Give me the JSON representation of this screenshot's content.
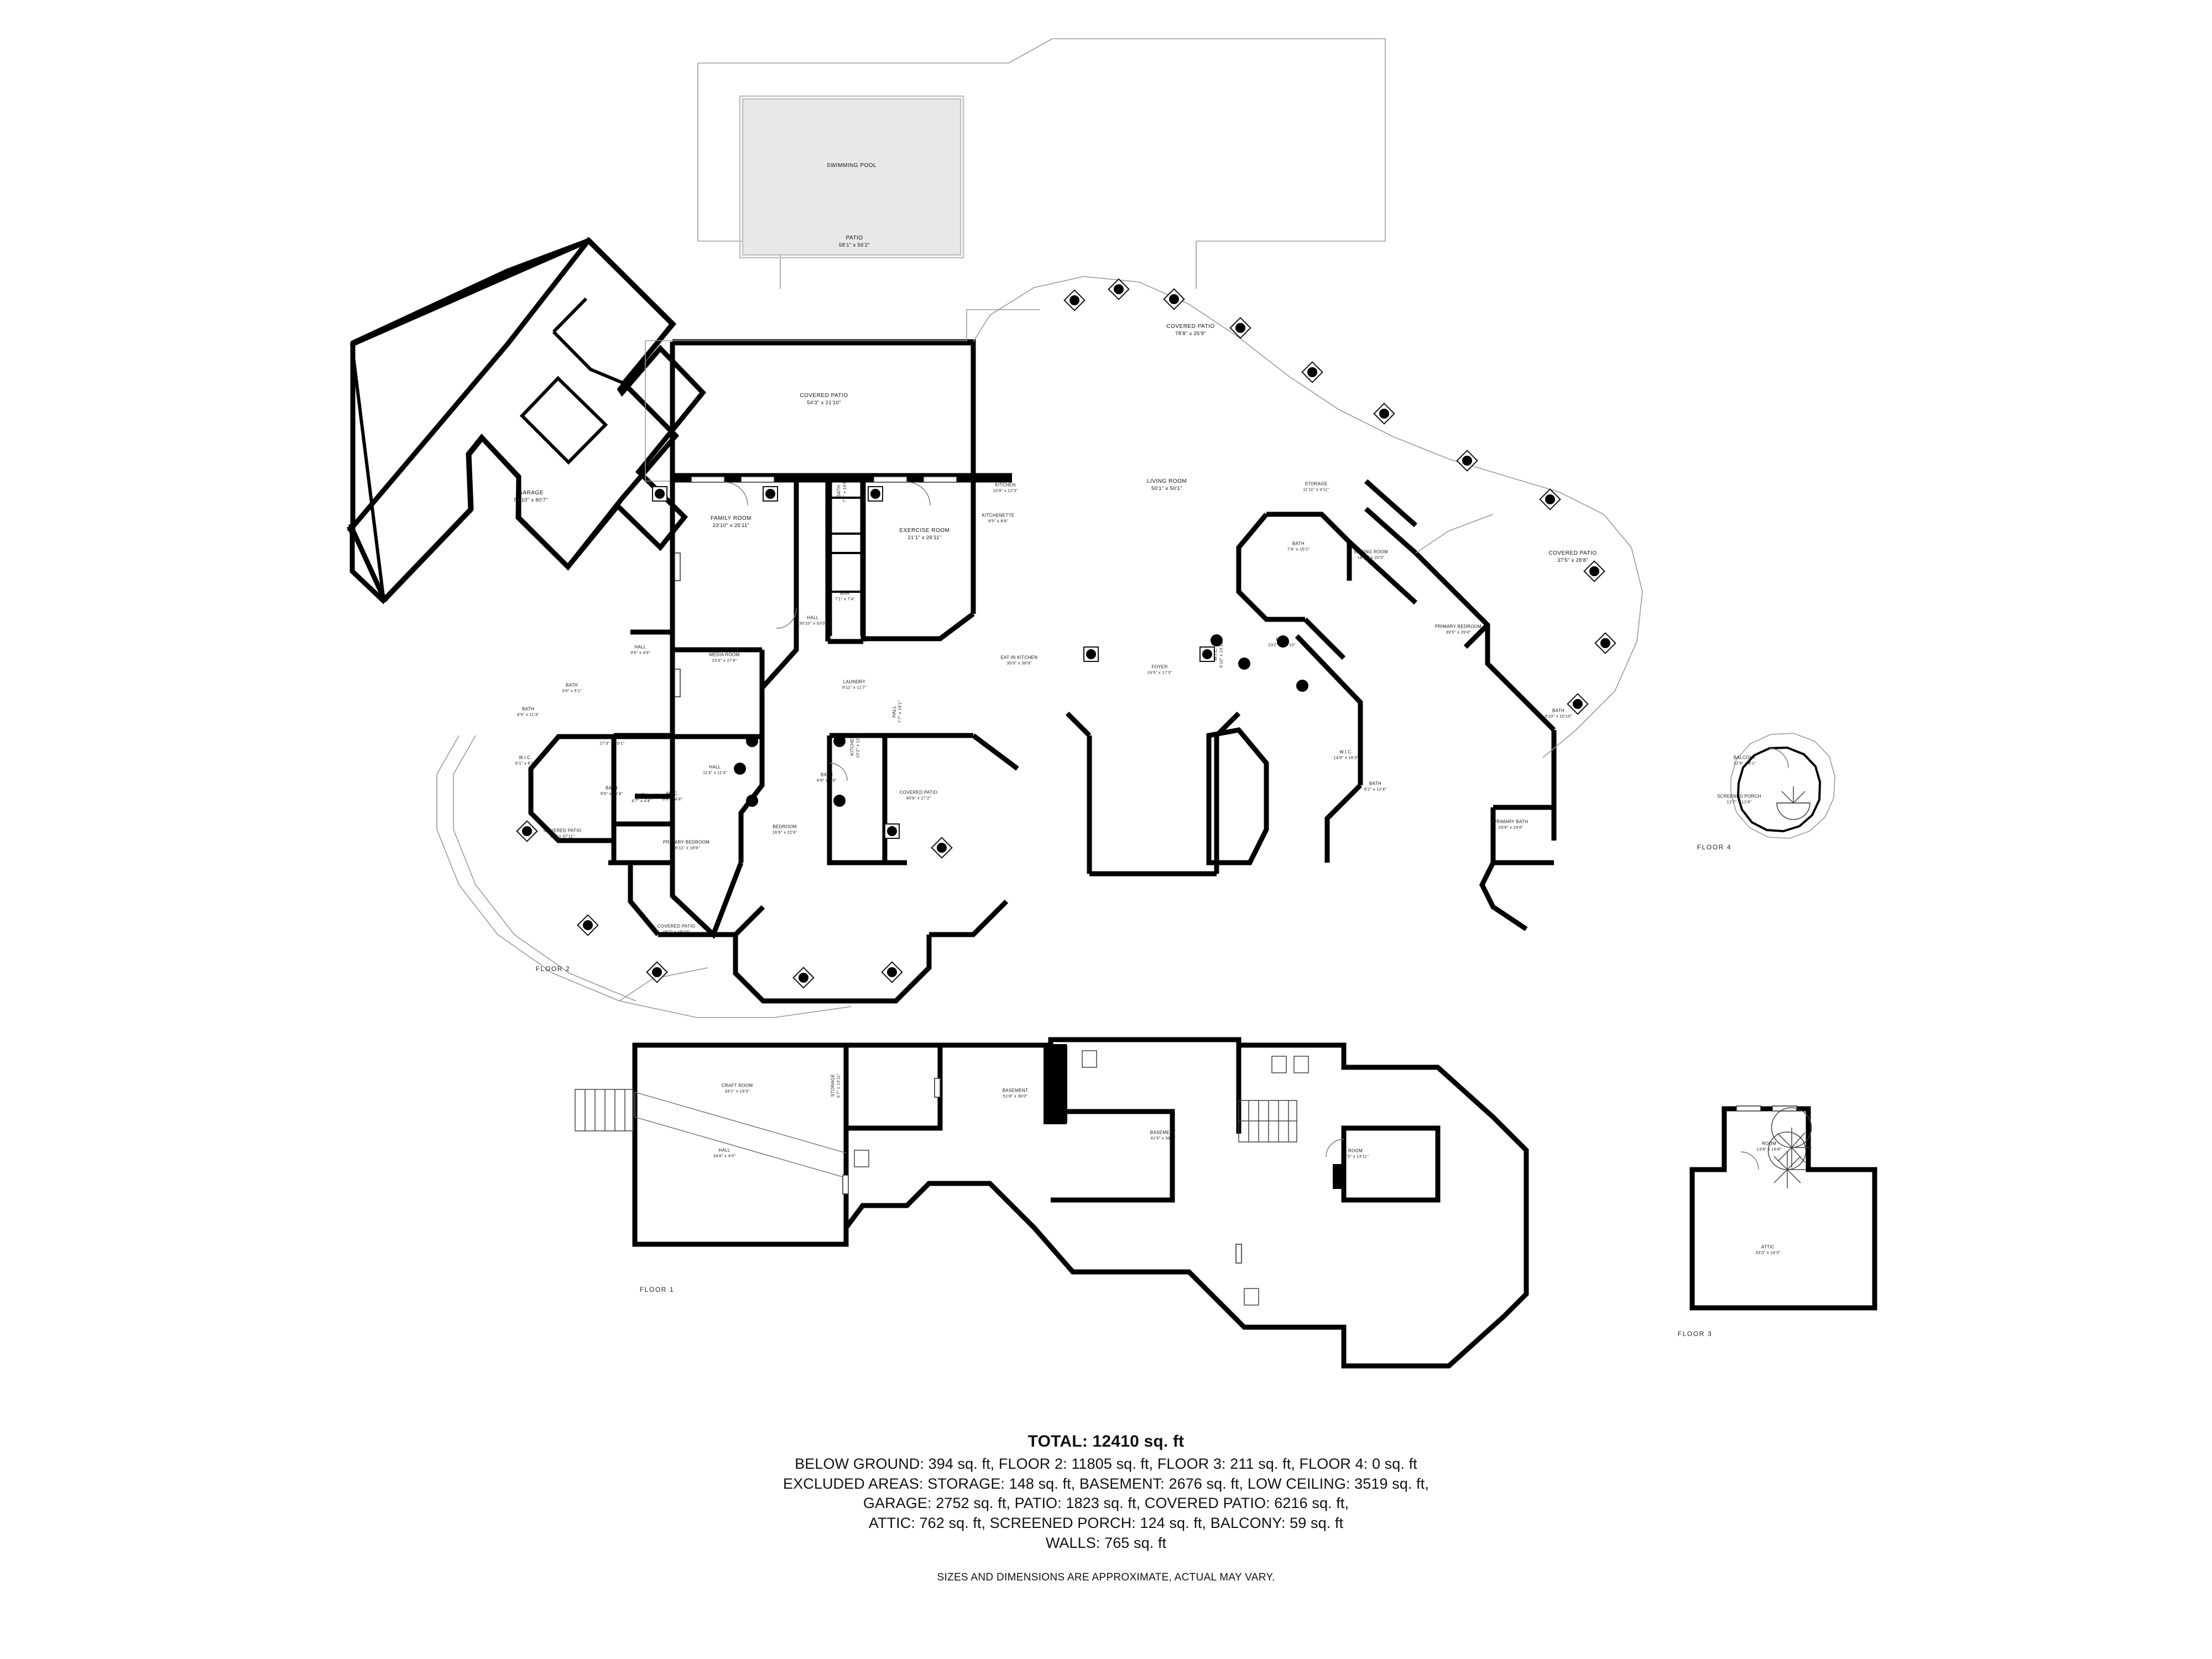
{
  "summary": {
    "total_label": "TOTAL: 12410 sq. ft",
    "line1": "BELOW GROUND: 394 sq. ft, FLOOR 2: 11805 sq. ft, FLOOR 3: 211 sq. ft, FLOOR 4: 0 sq. ft",
    "line2": "EXCLUDED AREAS: STORAGE: 148 sq. ft, BASEMENT: 2676 sq. ft, LOW CEILING: 3519 sq. ft,",
    "line3": "GARAGE: 2752 sq. ft, PATIO: 1823 sq. ft, COVERED PATIO: 6216 sq. ft,",
    "line4": "ATTIC: 762 sq. ft, SCREENED PORCH: 124 sq. ft, BALCONY: 59 sq. ft",
    "line5": "WALLS: 765 sq. ft",
    "disclaimer": "SIZES AND DIMENSIONS ARE APPROXIMATE, ACTUAL MAY VARY."
  },
  "floor_labels": {
    "floor2": "FLOOR 2",
    "floor1": "FLOOR 1",
    "floor3": "FLOOR 3",
    "floor4": "FLOOR 4"
  },
  "floor2_rooms": [
    {
      "name": "SWIMMING POOL",
      "dim": ""
    },
    {
      "name": "PATIO",
      "dim": "58'1\" x 56'2\""
    },
    {
      "name": "GARAGE",
      "dim": "51'10\" x 80'7\""
    },
    {
      "name": "COVERED PATIO",
      "dim": "54'3\" x 21'10\""
    },
    {
      "name": "COVERED PATIO",
      "dim": "78'8\" x 25'8\""
    },
    {
      "name": "FAMILY ROOM",
      "dim": "23'10\" x 25'11\""
    },
    {
      "name": "EXERCISE ROOM",
      "dim": "21'1\" x 26'11\""
    },
    {
      "name": "BATH",
      "dim": "7'1\" x 14'6\""
    },
    {
      "name": "BAR",
      "dim": "7'1\" x 7'4\""
    },
    {
      "name": "KITCHEN",
      "dim": "10'8\" x 12'3\""
    },
    {
      "name": "KITCHENETTE",
      "dim": "8'5\" x 8'6\""
    },
    {
      "name": "LIVING ROOM",
      "dim": "50'1\" x 50'1\""
    },
    {
      "name": "STORAGE",
      "dim": "11'11\" x 4'11\""
    },
    {
      "name": "BATH",
      "dim": "7'4\" x 15'2\""
    },
    {
      "name": "SITTING ROOM",
      "dim": "18'11\" x 20'3\""
    },
    {
      "name": "COVERED PATIO",
      "dim": "37'5\" x 28'8\""
    },
    {
      "name": "PRIMARY BEDROOM",
      "dim": "39'5\" x 29'4\""
    },
    {
      "name": "HALL",
      "dim": "23'2\" x 35'10\""
    },
    {
      "name": "W.I.C.",
      "dim": "5'10\" x 13'11\""
    },
    {
      "name": "FOYER",
      "dim": "16'5\" x 17'3\""
    },
    {
      "name": "EAT-IN KITCHEN",
      "dim": "35'9\" x 38'9\""
    },
    {
      "name": "HALL",
      "dim": "30'10\" x 53'0\""
    },
    {
      "name": "MEDIA ROOM",
      "dim": "23'4\" x 27'4\""
    },
    {
      "name": "LAUNDRY",
      "dim": "9'11\" x 11'7\""
    },
    {
      "name": "HALL",
      "dim": "7'7\" x 19'1\""
    },
    {
      "name": "KITCHEN",
      "dim": "10'2\" x 12'5\""
    },
    {
      "name": "HALL",
      "dim": "9'6\" x 4'6\""
    },
    {
      "name": "BATH",
      "dim": "3'6\" x 5'1\""
    },
    {
      "name": "BATH",
      "dim": "9'9\" x 11'3\""
    },
    {
      "name": "W.I.C.",
      "dim": "6'1\" x 8'3\""
    },
    {
      "name": "BEDROOM",
      "dim": "27'3\" x 20'1\""
    },
    {
      "name": "HALL",
      "dim": "11'4\" x 11'4\""
    },
    {
      "name": "BATH",
      "dim": "9'9\" x 12'4\""
    },
    {
      "name": "BATH",
      "dim": "4'7\" x 4'4\""
    },
    {
      "name": "W.I.C.",
      "dim": "6'9\" x 4'4\""
    },
    {
      "name": "PRIMARY BEDROOM",
      "dim": "26'11\" x 18'6\""
    },
    {
      "name": "BEDROOM",
      "dim": "16'9\" x 22'6\""
    },
    {
      "name": "BATH",
      "dim": "6'8\" x 9'9\""
    },
    {
      "name": "COVERED PATIO",
      "dim": "9'3\" x 37'11\""
    },
    {
      "name": "COVERED PATIO",
      "dim": "49'7\" x 18'10\""
    },
    {
      "name": "COVERED PATIO",
      "dim": "30'9\" x 27'2\""
    },
    {
      "name": "W.I.C.",
      "dim": "14'9\" x 16'3\""
    },
    {
      "name": "BATH",
      "dim": "8'2\" x 12'4\""
    },
    {
      "name": "BATH",
      "dim": "9'10\" x 10'10\""
    },
    {
      "name": "PRIMARY BATH",
      "dim": "29'9\" x 29'6\""
    }
  ],
  "floor1_rooms": [
    {
      "name": "CRAFT ROOM",
      "dim": "34'1\" x 19'3\""
    },
    {
      "name": "STORAGE",
      "dim": "5'7\" x 13'11\""
    },
    {
      "name": "HALL",
      "dim": "34'6\" x 4'0\""
    },
    {
      "name": "ROOM",
      "dim": "11'5\" x 13'11\""
    },
    {
      "name": "BASEMENT",
      "dim": "51'8\" x 39'0\""
    },
    {
      "name": "BASEMENT",
      "dim": "41'5\" x 39'2\""
    }
  ],
  "floor3_rooms": [
    {
      "name": "ROOM",
      "dim": "13'8\" x 16'8\""
    },
    {
      "name": "ATTIC",
      "dim": "33'3\" x 24'3\""
    }
  ],
  "floor4_rooms": [
    {
      "name": "BALCONY",
      "dim": "12'6\" x 4'1\""
    },
    {
      "name": "SCREENED PORCH",
      "dim": "12'7\" x 12'8\""
    }
  ],
  "colors": {
    "wall": "#000000",
    "pool_fill": "#e8e8e8",
    "outline": "#9a9a9a",
    "text": "#111111"
  }
}
